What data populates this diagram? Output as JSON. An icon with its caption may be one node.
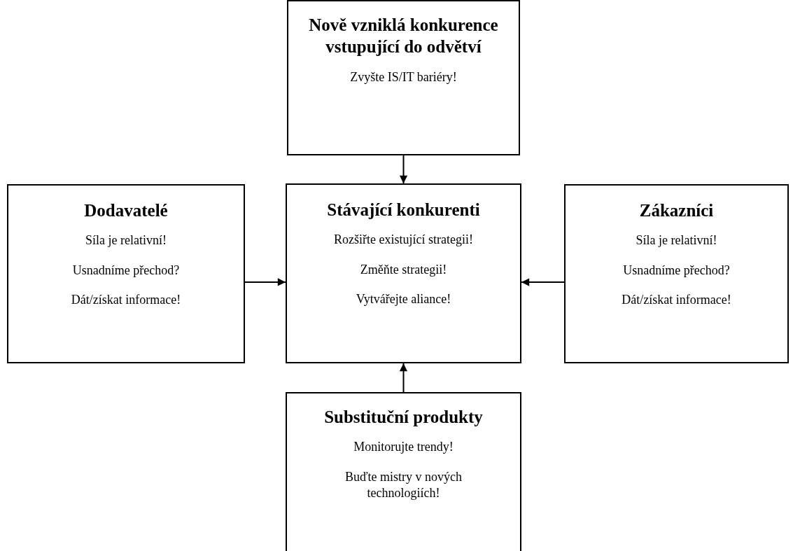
{
  "diagram": {
    "nodes": [
      {
        "text": [
          "Nově vzniklá konkurence vstupující do odvětví",
          "Zvyšte IS/IT bariéry!"
        ]
      },
      {
        "text": [
          "Dodavatelé",
          "Síla je relativní!",
          "Usnadníme přechod?",
          "Dát/získat informace!"
        ]
      },
      {
        "text": [
          "Stávající konkurenti",
          "Rozšiřte existující strategii!",
          "Změňte strategii!",
          "Vytvářejte aliance!"
        ]
      },
      {
        "text": [
          "Zákazníci",
          "Síla je relativní!",
          "Usnadníme přechod?",
          "Dát/získat informace!"
        ]
      },
      {
        "text": [
          "Substituční produkty",
          "Monitorujte trendy!",
          "Buďte mistry v nových technologiích!"
        ]
      }
    ],
    "edges": [
      {
        "from": 0,
        "to": 2,
        "arrow": "to"
      },
      {
        "from": 1,
        "to": 2,
        "arrow": "to"
      },
      {
        "from": 3,
        "to": 2,
        "arrow": "to"
      },
      {
        "from": 4,
        "to": 2,
        "arrow": "to"
      }
    ]
  }
}
